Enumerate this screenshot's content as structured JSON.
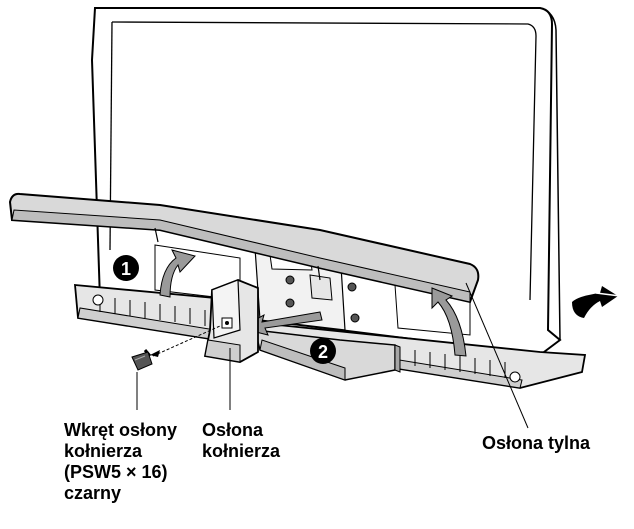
{
  "markers": {
    "step1": "1",
    "step2": "2"
  },
  "callouts": {
    "screw": {
      "line1": "Wkręt osłony",
      "line2": "kołnierza",
      "line3": "(PSW5 × 16)",
      "line4": "czarny"
    },
    "collar_cover": {
      "line1": "Osłona",
      "line2": "kołnierza"
    },
    "rear_cover": {
      "line1": "Osłona tylna"
    }
  },
  "colors": {
    "outline": "#000000",
    "fill_light": "#ffffff",
    "fill_shade": "#d9d9d9",
    "fill_dark": "#a6a6a6",
    "arrow_grey": "#9a9a9a"
  },
  "icons": [
    "tv-back-panel",
    "rear-cover",
    "collar-cover",
    "screw-icon",
    "direction-arrow-icon",
    "step-marker"
  ]
}
